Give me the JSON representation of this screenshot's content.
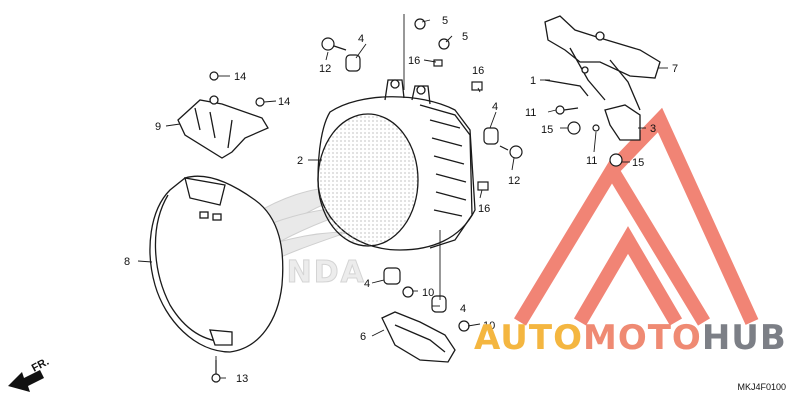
{
  "callouts": {
    "c1": "1",
    "c2": "2",
    "c3": "3",
    "c4a": "4",
    "c4b": "4",
    "c4c": "4",
    "c4d": "4",
    "c5a": "5",
    "c5b": "5",
    "c6": "6",
    "c7": "7",
    "c8": "8",
    "c9": "9",
    "c10a": "10",
    "c10b": "10",
    "c11a": "11",
    "c11b": "11",
    "c12a": "12",
    "c12b": "12",
    "c13": "13",
    "c14a": "14",
    "c14b": "14",
    "c15a": "15",
    "c15b": "15",
    "c16a": "16",
    "c16b": "16",
    "c16c": "16"
  },
  "front_marker": "FR.",
  "diagram_code": "MKJ4F0100",
  "watermark": {
    "part1": "AUTO",
    "part2": "MOTO",
    "part3": "HUB"
  },
  "background_logo": "HONDA",
  "colors": {
    "line": "#1a1a1a",
    "watermark_red": "#ef6f5e",
    "watermark_yellow": "#f4b640",
    "watermark_gray": "#7c7f86"
  }
}
